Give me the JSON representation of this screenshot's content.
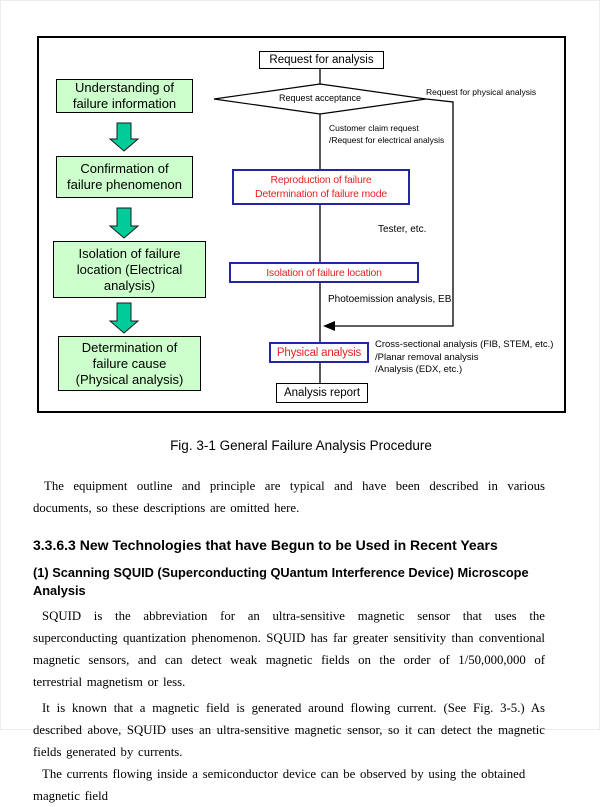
{
  "figure": {
    "caption": "Fig. 3-1 General Failure Analysis Procedure",
    "flow_left": [
      "Understanding of\nfailure information",
      "Confirmation of\nfailure phenomenon",
      "Isolation of failure\nlocation (Electrical\nanalysis)",
      "Determination of\nfailure cause\n(Physical analysis)"
    ],
    "start_box": "Request for analysis",
    "decision": "Request acceptance",
    "steps": [
      "Reproduction of failure\nDetermination of failure mode",
      "Isolation of failure location",
      "Physical analysis"
    ],
    "end_box": "Analysis report",
    "labels": {
      "physical_branch": "Request for physical analysis",
      "electrical_branch": "Customer claim request\n/Request for electrical analysis",
      "tester": "Tester, etc.",
      "photoemission": "Photoemission analysis, EB",
      "cross_sectional": "Cross-sectional analysis (FIB, STEM, etc.)\n/Planar removal analysis\n/Analysis (EDX, etc.)"
    },
    "colors": {
      "stage_box_fill": "#ccffcc",
      "stage_arrow_fill": "#00cc99",
      "step_box_border": "#2424aa",
      "step_text": "#e82222",
      "line": "#000000"
    }
  },
  "document": {
    "paragraph_intro": "The equipment outline and principle are typical and have been described in various documents, so these descriptions are omitted here.",
    "section_heading": "3.3.6.3 New Technologies that have Begun to be Used in Recent Years",
    "subsection_heading": "(1) Scanning SQUID (Superconducting QUantum Interference Device) Microscope Analysis",
    "paragraph_squid_1": "SQUID is the abbreviation for an ultra-sensitive magnetic sensor that uses the superconducting quantization phenomenon. SQUID has far greater sensitivity than conventional magnetic sensors, and can detect weak magnetic fields on the order of 1/50,000,000 of terrestrial magnetism or less.",
    "paragraph_squid_2": "It is known that a magnetic field is generated around flowing current. (See Fig. 3-5.) As described above, SQUID uses an ultra-sensitive magnetic sensor, so it can detect the magnetic fields generated by currents.",
    "paragraph_squid_3": "The currents flowing inside a semiconductor device can be observed by using the obtained magnetic field"
  }
}
